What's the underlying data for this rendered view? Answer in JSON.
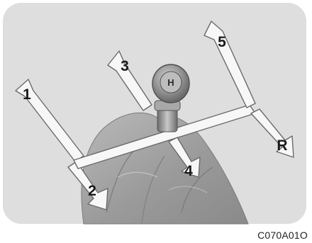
{
  "figure": {
    "gear_positions": [
      "1",
      "2",
      "3",
      "4",
      "5",
      "R"
    ],
    "knob_letter": "H",
    "figure_code": "C070A01O"
  },
  "colors": {
    "panel": "#dedede",
    "boot": "#9d9d9d",
    "arrow_fill": "#f7f7f7",
    "arrow_edge": "#6a6a6a",
    "knob": "#8a8a8a"
  }
}
